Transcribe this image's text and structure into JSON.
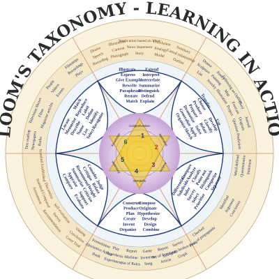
{
  "title": "BLOOM'S TAXONOMY - LEARNING IN ACTION",
  "colors": {
    "ring_outer": "#f4e7c8",
    "ring_mid": "#e9f1f7",
    "petal_fill": "#ffffff",
    "petal_stroke": "#1f3f7a",
    "divider": "#d38a6a",
    "star_yellow": "#f2c81c",
    "center_purple": "#b892c7",
    "center_green": "#bfd88a"
  },
  "star": {
    "labels": [
      "Comprehension",
      "Application",
      "Analysis",
      "Synthesis",
      "Evaluation",
      "Knowledge"
    ],
    "numbers": [
      "1",
      "2",
      "3",
      "4",
      "5",
      "6"
    ]
  },
  "sectors": {
    "comprehension": {
      "verbs": [
        "Match",
        "Explain",
        "Restate",
        "Defend",
        "Paraphrase",
        "Distinguish",
        "Rewrite",
        "Summarize",
        "Give Example",
        "Interrelate",
        "Express",
        "Interpret",
        "Illustrate",
        "Extend"
      ],
      "products": [
        "Recording",
        "Speech",
        "Drama",
        "Photograph",
        "Cartoon",
        "Illustration",
        "Story",
        "News Statement",
        "Implication based on Ideas",
        "Model",
        "Analogy",
        "Conclusion",
        "Outline",
        "Causal relationship",
        "Summary"
      ]
    },
    "application": {
      "verbs": [
        "Organize",
        "Sketch",
        "Generalize",
        "Apply",
        "Dramatize",
        "Solve",
        "Prepare",
        "Relate",
        "Produce",
        "Classify",
        "Choose",
        "Develop",
        "Transfer",
        "Use"
      ],
      "products": [
        "List",
        "Sculpture",
        "Drama",
        "Jewelry",
        "Painting",
        "Poetry",
        "Illustration",
        "Map",
        "Following an Outline",
        "Project",
        "Forecast",
        "Diary",
        "Question",
        "Diagram",
        "Journal",
        "Prediction"
      ]
    },
    "analysis": {
      "verbs": [
        "Compare",
        "Differentiate",
        "Analyze",
        "Subdivide",
        "Classify",
        "Infer",
        "Point out",
        "Survey",
        "Distinguish",
        "Select",
        "Categorize",
        "Prioritize",
        "Separate"
      ],
      "products": [
        "Word defined",
        "Questionnaire",
        "Statement",
        "Identified",
        "Argument",
        "Conclusion",
        "Checked",
        "Parts of propaganda"
      ]
    },
    "synthesis": {
      "verbs": [
        "Compose",
        "Construct",
        "Originate",
        "Produce",
        "Hypothesize",
        "Plan",
        "Develop",
        "Create",
        "Design",
        "Invent",
        "Combine",
        "Organize"
      ],
      "products": [
        "Survey",
        "Syllogism broken down",
        "Graph",
        "Report",
        "Set of Standards",
        "Article",
        "Game",
        "Invention",
        "Song",
        "Report",
        "Machine",
        "Set of Rules",
        "Play",
        "Hypothesis",
        "Experiment",
        "Formulation",
        "Alternative Action",
        "Book"
      ]
    },
    "evaluation": {
      "verbs": [
        "Judge",
        "Consider",
        "Relate",
        "Critique",
        "Weight",
        "Recommend",
        "Criticize",
        "Summarize",
        "Support",
        "Appraise",
        "Evaluate",
        "Compare"
      ],
      "products": [
        "Valuing",
        "Conclusion",
        "Court Trial",
        "Self-evaluation",
        "Survey",
        "Recommendation",
        "Discussion",
        "Standard Compared",
        "Assessment",
        "Standard Established"
      ]
    },
    "knowledge": {
      "verbs": [
        "Select",
        "Recognize",
        "List",
        "Identify",
        "Name",
        "Define",
        "Describe",
        "Label",
        "Memorize",
        "Reproduce",
        "Locate",
        "Match"
      ],
      "products": [
        "Radio",
        "Newspapers",
        "Text reading",
        "Magazine articles",
        "Films",
        "Television Shows",
        "Events",
        "Videos",
        "People",
        "Plays",
        "Recordings",
        "Filmstrips"
      ]
    }
  }
}
